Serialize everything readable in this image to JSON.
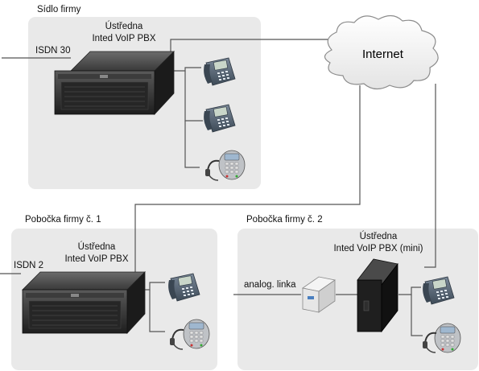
{
  "regions": {
    "hq": {
      "title": "Sídlo firmy",
      "pbx_line1": "Ústředna",
      "pbx_line2": "Inted VoIP PBX",
      "trunk_label": "ISDN 30"
    },
    "branch1": {
      "title": "Pobočka firmy č. 1",
      "pbx_line1": "Ústředna",
      "pbx_line2": "Inted VoIP PBX",
      "trunk_label": "ISDN 2"
    },
    "branch2": {
      "title": "Pobočka firmy č. 2",
      "pbx_line1": "Ústředna",
      "pbx_line2": "Inted VoIP PBX (mini)",
      "analog_label": "analog. linka"
    }
  },
  "internet": {
    "label": "Internet"
  },
  "colors": {
    "region_fill": "#e9e9e9",
    "line": "#555555",
    "server_body": "#2f2f2f",
    "phone_body": "#5a6a7a"
  },
  "icons": [
    "server-icon",
    "ip-phone-icon",
    "conference-phone-icon",
    "headset-icon",
    "cloud-icon",
    "analog-adapter-icon",
    "mini-server-icon"
  ]
}
